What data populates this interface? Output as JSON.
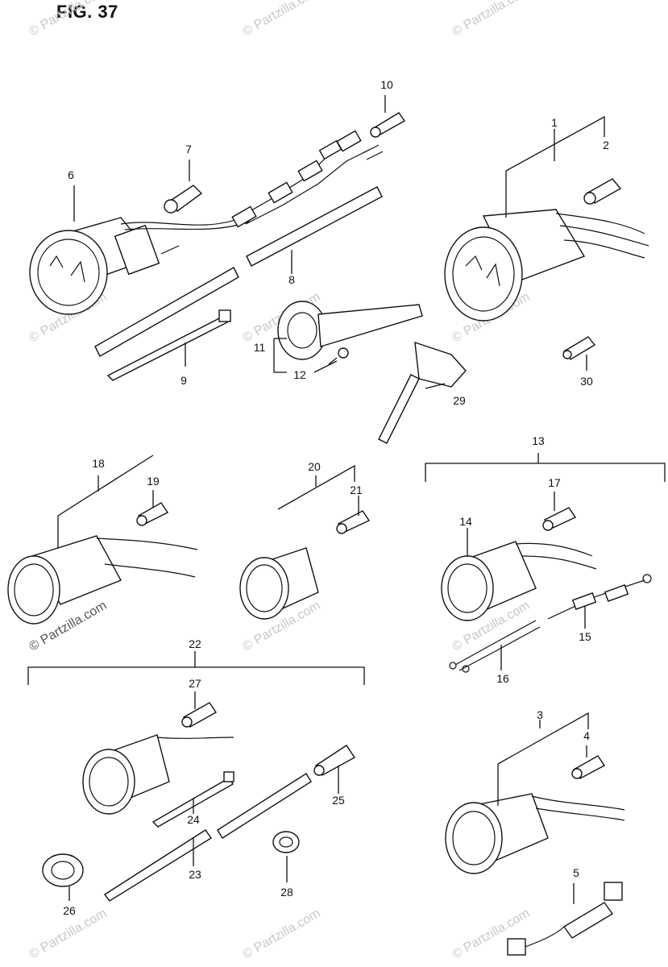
{
  "figure": {
    "title": "FIG. 37"
  },
  "watermark": {
    "text": "© Partzilla.com"
  },
  "callouts": [
    "1",
    "2",
    "3",
    "4",
    "5",
    "6",
    "7",
    "8",
    "9",
    "10",
    "11",
    "12",
    "13",
    "14",
    "15",
    "16",
    "17",
    "18",
    "19",
    "20",
    "21",
    "22",
    "23",
    "24",
    "25",
    "26",
    "27",
    "28",
    "29",
    "30"
  ]
}
